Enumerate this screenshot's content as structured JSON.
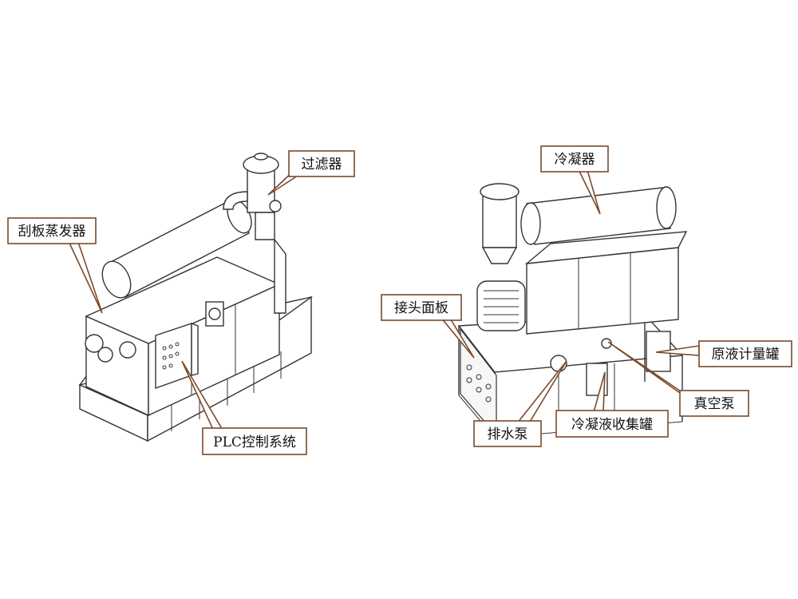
{
  "labels": {
    "scraper_evaporator": "刮板蒸发器",
    "filter": "过滤器",
    "plc_control_system": "PLC控制系统",
    "condenser": "冷凝器",
    "connector_panel": "接头面板",
    "raw_liquid_metering_tank": "原液计量罐",
    "vacuum_pump": "真空泵",
    "drain_pump": "排水泵",
    "condensate_collection_tank": "冷凝液收集罐"
  },
  "colors": {
    "label_border": "#7a4a2a",
    "line_art": "#333333",
    "background": "#ffffff"
  }
}
